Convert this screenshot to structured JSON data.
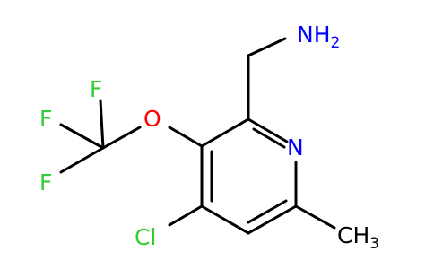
{
  "molecule": {
    "atoms": {
      "nh2": {
        "text": "NH",
        "sub": "2",
        "color": "#0000FF"
      },
      "n_ring": {
        "text": "N",
        "color": "#0000FF"
      },
      "o": {
        "text": "O",
        "color": "#FF0000"
      },
      "f_top": {
        "text": "F",
        "color": "#33CC33"
      },
      "f_left": {
        "text": "F",
        "color": "#33CC33"
      },
      "f_bottom": {
        "text": "F",
        "color": "#33CC33"
      },
      "cl": {
        "text": "Cl",
        "color": "#33CC33"
      },
      "ch3": {
        "text": "CH",
        "sub": "3",
        "color": "#000000"
      }
    }
  }
}
